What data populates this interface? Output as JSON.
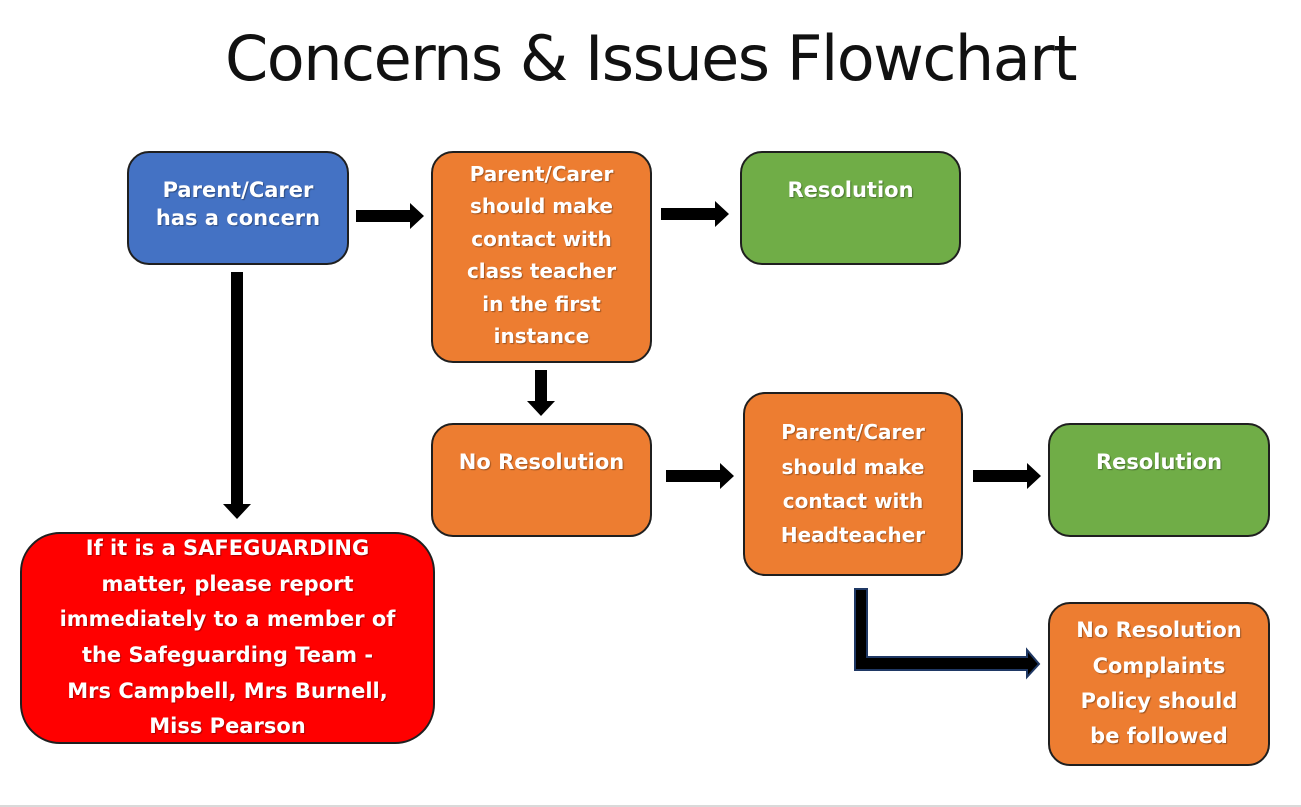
{
  "title": "Concerns & Issues Flowchart",
  "colors": {
    "start": "#4472c4",
    "step": "#ed7d31",
    "resolution": "#70ad47",
    "safeguarding": "#ff0000",
    "arrow": "#000000",
    "outline": "#1f1f1f"
  },
  "nodes": {
    "concern": {
      "lines": [
        "Parent/Carer",
        "has a concern"
      ]
    },
    "teacher": {
      "lines": [
        "Parent/Carer",
        "should make",
        "contact with",
        "class teacher",
        "in the first",
        "instance"
      ]
    },
    "resolution_1": {
      "lines": [
        "Resolution"
      ]
    },
    "no_resolution_1": {
      "lines": [
        "No Resolution"
      ]
    },
    "headteacher": {
      "lines": [
        "Parent/Carer",
        "should make",
        "contact with",
        "Headteacher"
      ]
    },
    "resolution_2": {
      "lines": [
        "Resolution"
      ]
    },
    "complaints": {
      "lines": [
        "No Resolution",
        "Complaints",
        "Policy should",
        "be followed"
      ]
    },
    "safeguarding": {
      "lines": [
        "If it is a SAFEGUARDING",
        "matter, please report",
        "immediately to a member of",
        "the Safeguarding Team -",
        "Mrs Campbell, Mrs Burnell,",
        "Miss Pearson"
      ]
    }
  },
  "edges": [
    {
      "from": "concern",
      "to": "teacher"
    },
    {
      "from": "teacher",
      "to": "resolution_1"
    },
    {
      "from": "teacher",
      "to": "no_resolution_1"
    },
    {
      "from": "no_resolution_1",
      "to": "headteacher"
    },
    {
      "from": "headteacher",
      "to": "resolution_2"
    },
    {
      "from": "headteacher",
      "to": "complaints"
    },
    {
      "from": "concern",
      "to": "safeguarding"
    }
  ]
}
